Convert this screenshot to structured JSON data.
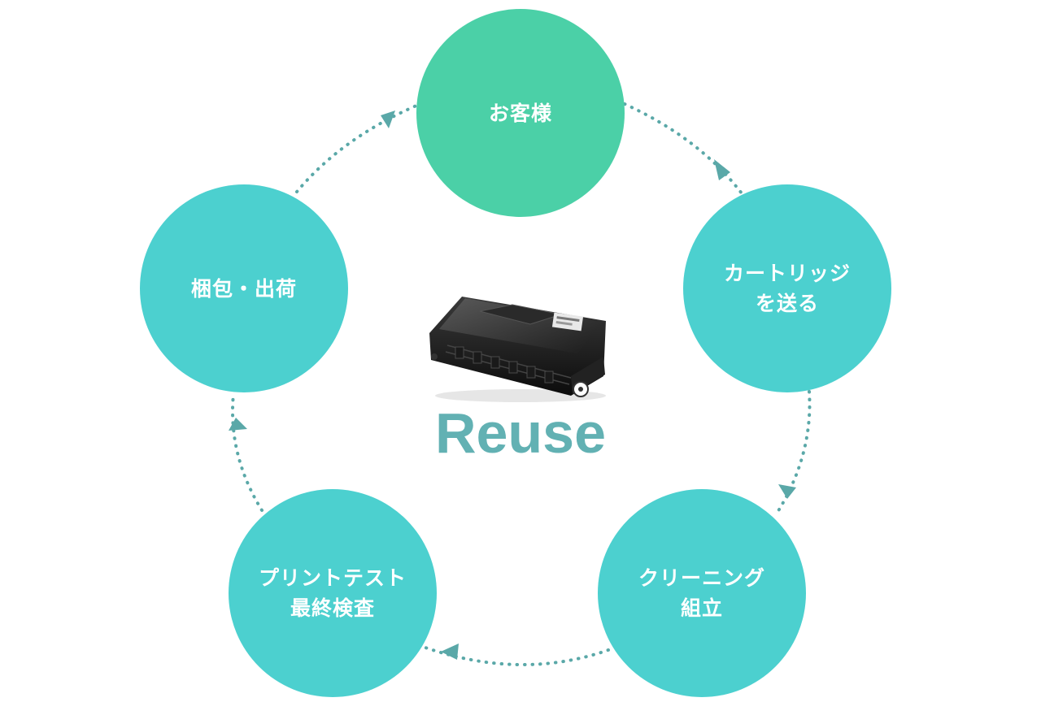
{
  "center": {
    "title": "Reuse",
    "product_icon": "toner-cartridge-icon"
  },
  "steps": [
    {
      "lines": [
        "お客様"
      ]
    },
    {
      "lines": [
        "カートリッジ",
        "を送る"
      ]
    },
    {
      "lines": [
        "クリーニング",
        "組立"
      ]
    },
    {
      "lines": [
        "プリントテスト",
        "最終検査"
      ]
    },
    {
      "lines": [
        "梱包・出荷"
      ]
    }
  ],
  "colors": {
    "step_primary": "#4bd0a7",
    "step_secondary": "#4cd0cf",
    "connector": "#5aa8a8",
    "title": "#62b1b3"
  }
}
